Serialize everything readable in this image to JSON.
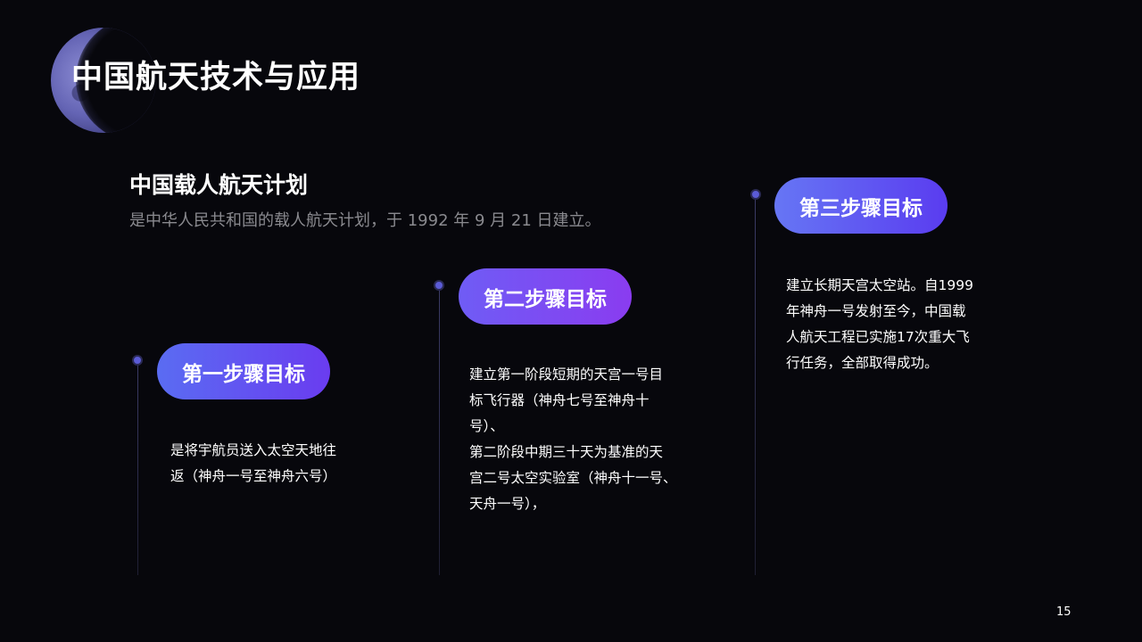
{
  "header": {
    "title": "中国航天技术与应用"
  },
  "intro": {
    "title": "中国载人航天计划",
    "subtitle": "是中华人民共和国的载人航天计划，于 1992 年 9 月 21 日建立。"
  },
  "steps": [
    {
      "label": "第一步骤目标",
      "lines": [
        "是将宇航员送入太空天地往",
        "返（神舟一号至神舟六号）"
      ]
    },
    {
      "label": "第二步骤目标",
      "lines": [
        "建立第一阶段短期的天宫一号目",
        "标飞行器（神舟七号至神舟十",
        "号）、",
        "第二阶段中期三十天为基准的天",
        "宫二号太空实验室（神舟十一号、",
        "天舟一号），"
      ]
    },
    {
      "label": "第三步骤目标",
      "lines": [
        "建立长期天宫太空站。自1999",
        "年神舟一号发射至今，中国载",
        "人航天工程已实施17次重大飞",
        "行任务，全部取得成功。"
      ]
    }
  ],
  "footer": {
    "page_number": "15"
  },
  "colors": {
    "background": "#07070c",
    "accent_start": "#5a6cf2",
    "accent_end": "#6a3cf0",
    "dot": "#5b5bd6"
  }
}
